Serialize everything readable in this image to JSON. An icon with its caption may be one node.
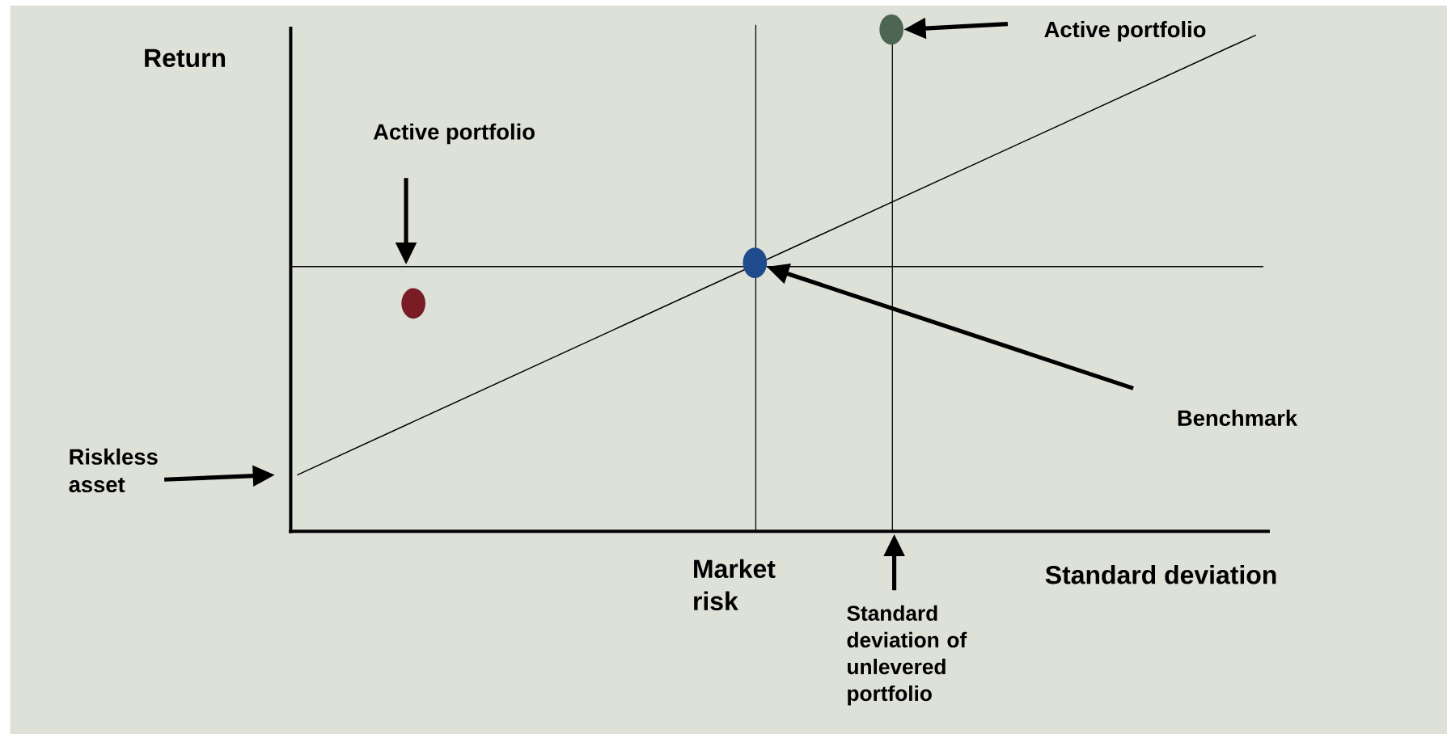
{
  "diagram": {
    "nodes": [
      {
        "text": [
          "Active portfolio"
        ]
      },
      {
        "text": [],
        "shape": "circle"
      },
      {
        "text": [
          "Active portfolio"
        ]
      },
      {
        "text": [],
        "shape": "circle"
      },
      {
        "text": [],
        "shape": "circle"
      },
      {
        "text": [
          "Benchmark"
        ]
      },
      {
        "text": [
          "Riskless asset"
        ]
      },
      {
        "text": [
          "Standard deviation of unlevered portfolio"
        ]
      }
    ],
    "edges": [
      {
        "from": 0,
        "to": 1,
        "arrow": "to"
      },
      {
        "from": 2,
        "to": null,
        "arrow": "to"
      },
      {
        "from": 5,
        "to": 4,
        "arrow": "to"
      },
      {
        "from": 6,
        "to": null,
        "arrow": "to"
      },
      {
        "from": 7,
        "to": null,
        "arrow": "to"
      }
    ],
    "labels": [
      "Return",
      "Market risk",
      "Standard deviation"
    ]
  }
}
